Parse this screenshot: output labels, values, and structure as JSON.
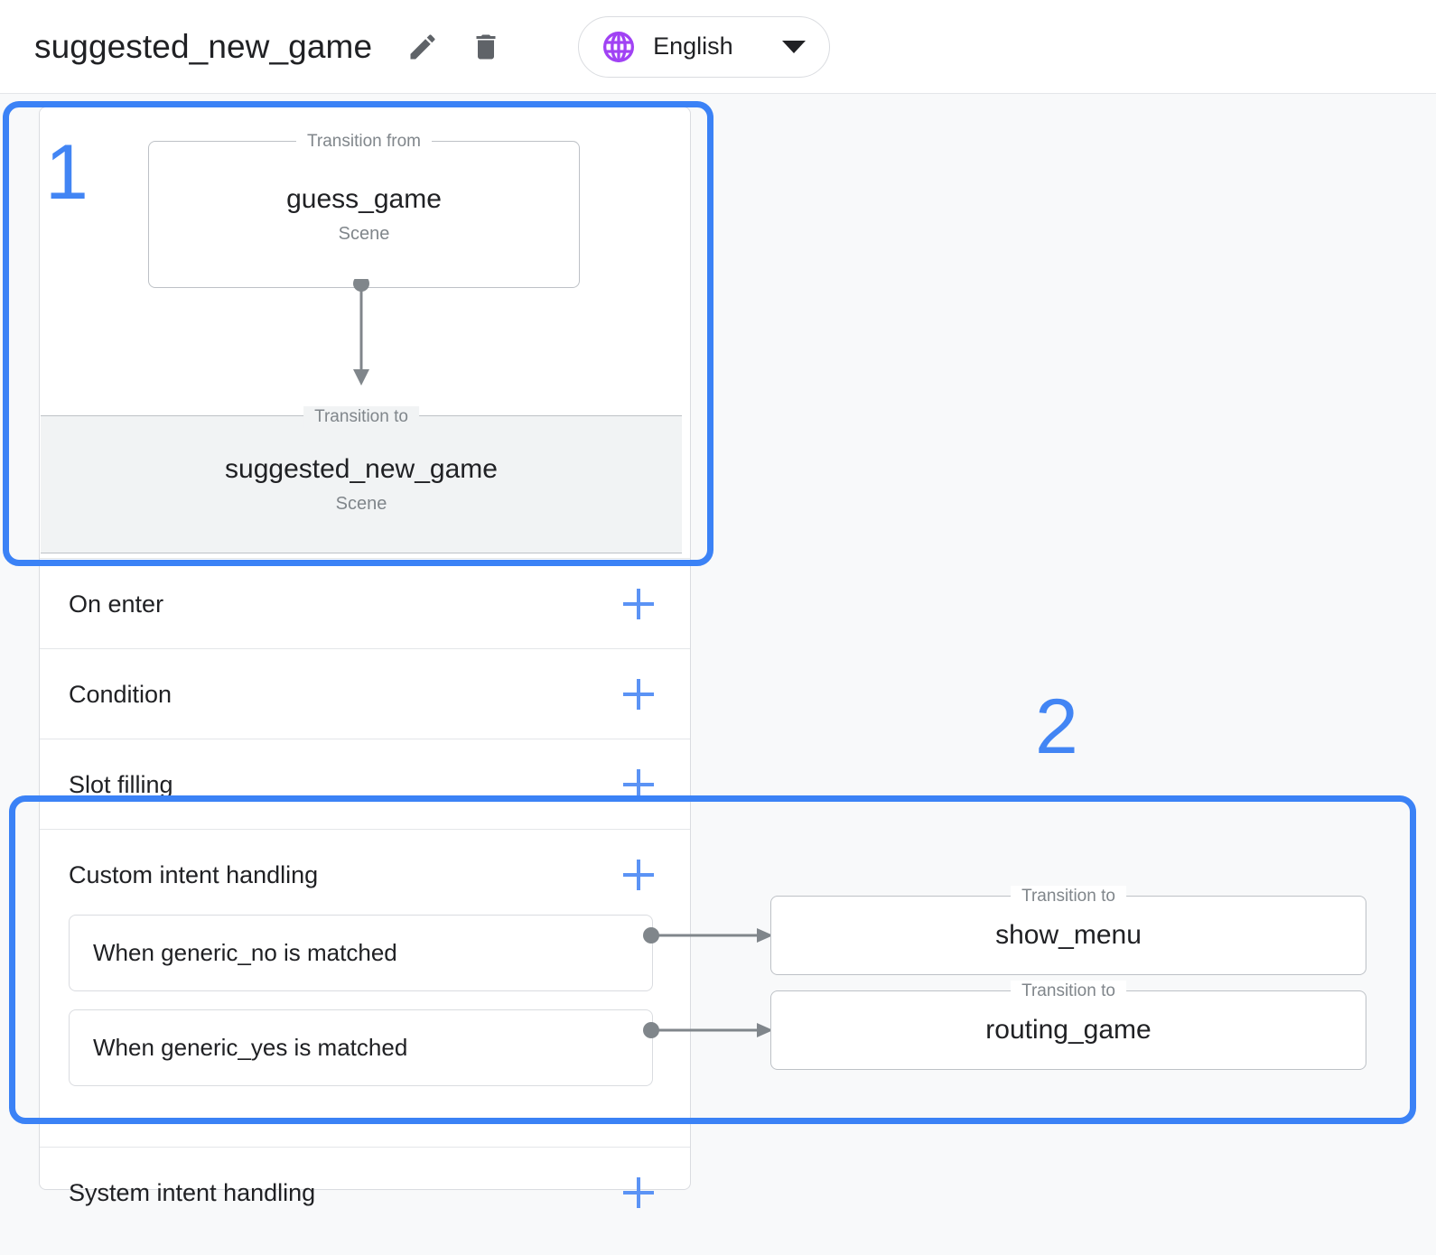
{
  "header": {
    "title": "suggested_new_game",
    "edit_icon": "pencil-icon",
    "delete_icon": "trash-icon",
    "language": {
      "icon": "globe-icon",
      "label": "English",
      "caret": "chevron-down-icon"
    }
  },
  "scene": {
    "transition_from": {
      "legend": "Transition from",
      "name": "guess_game",
      "type": "Scene"
    },
    "transition_to": {
      "legend": "Transition to",
      "name": "suggested_new_game",
      "type": "Scene"
    },
    "sections": [
      {
        "label": "On enter",
        "add": "+"
      },
      {
        "label": "Condition",
        "add": "+"
      },
      {
        "label": "Slot filling",
        "add": "+"
      },
      {
        "label": "Custom intent handling",
        "add": "+"
      },
      {
        "label": "System intent handling",
        "add": "+"
      }
    ],
    "custom_intents": [
      {
        "label": "When generic_no is matched"
      },
      {
        "label": "When generic_yes is matched"
      }
    ]
  },
  "transitions": [
    {
      "legend": "Transition to",
      "target": "show_menu"
    },
    {
      "legend": "Transition to",
      "target": "routing_game"
    }
  ],
  "annotations": [
    {
      "number": "1"
    },
    {
      "number": "2"
    }
  ],
  "colors": {
    "accent_blue": "#4285f4",
    "annotation_blue": "#3b82f6",
    "globe_purple": "#a142f4",
    "panel_bg": "#ffffff",
    "page_bg": "#f8f9fa",
    "muted_text": "#80868b"
  }
}
